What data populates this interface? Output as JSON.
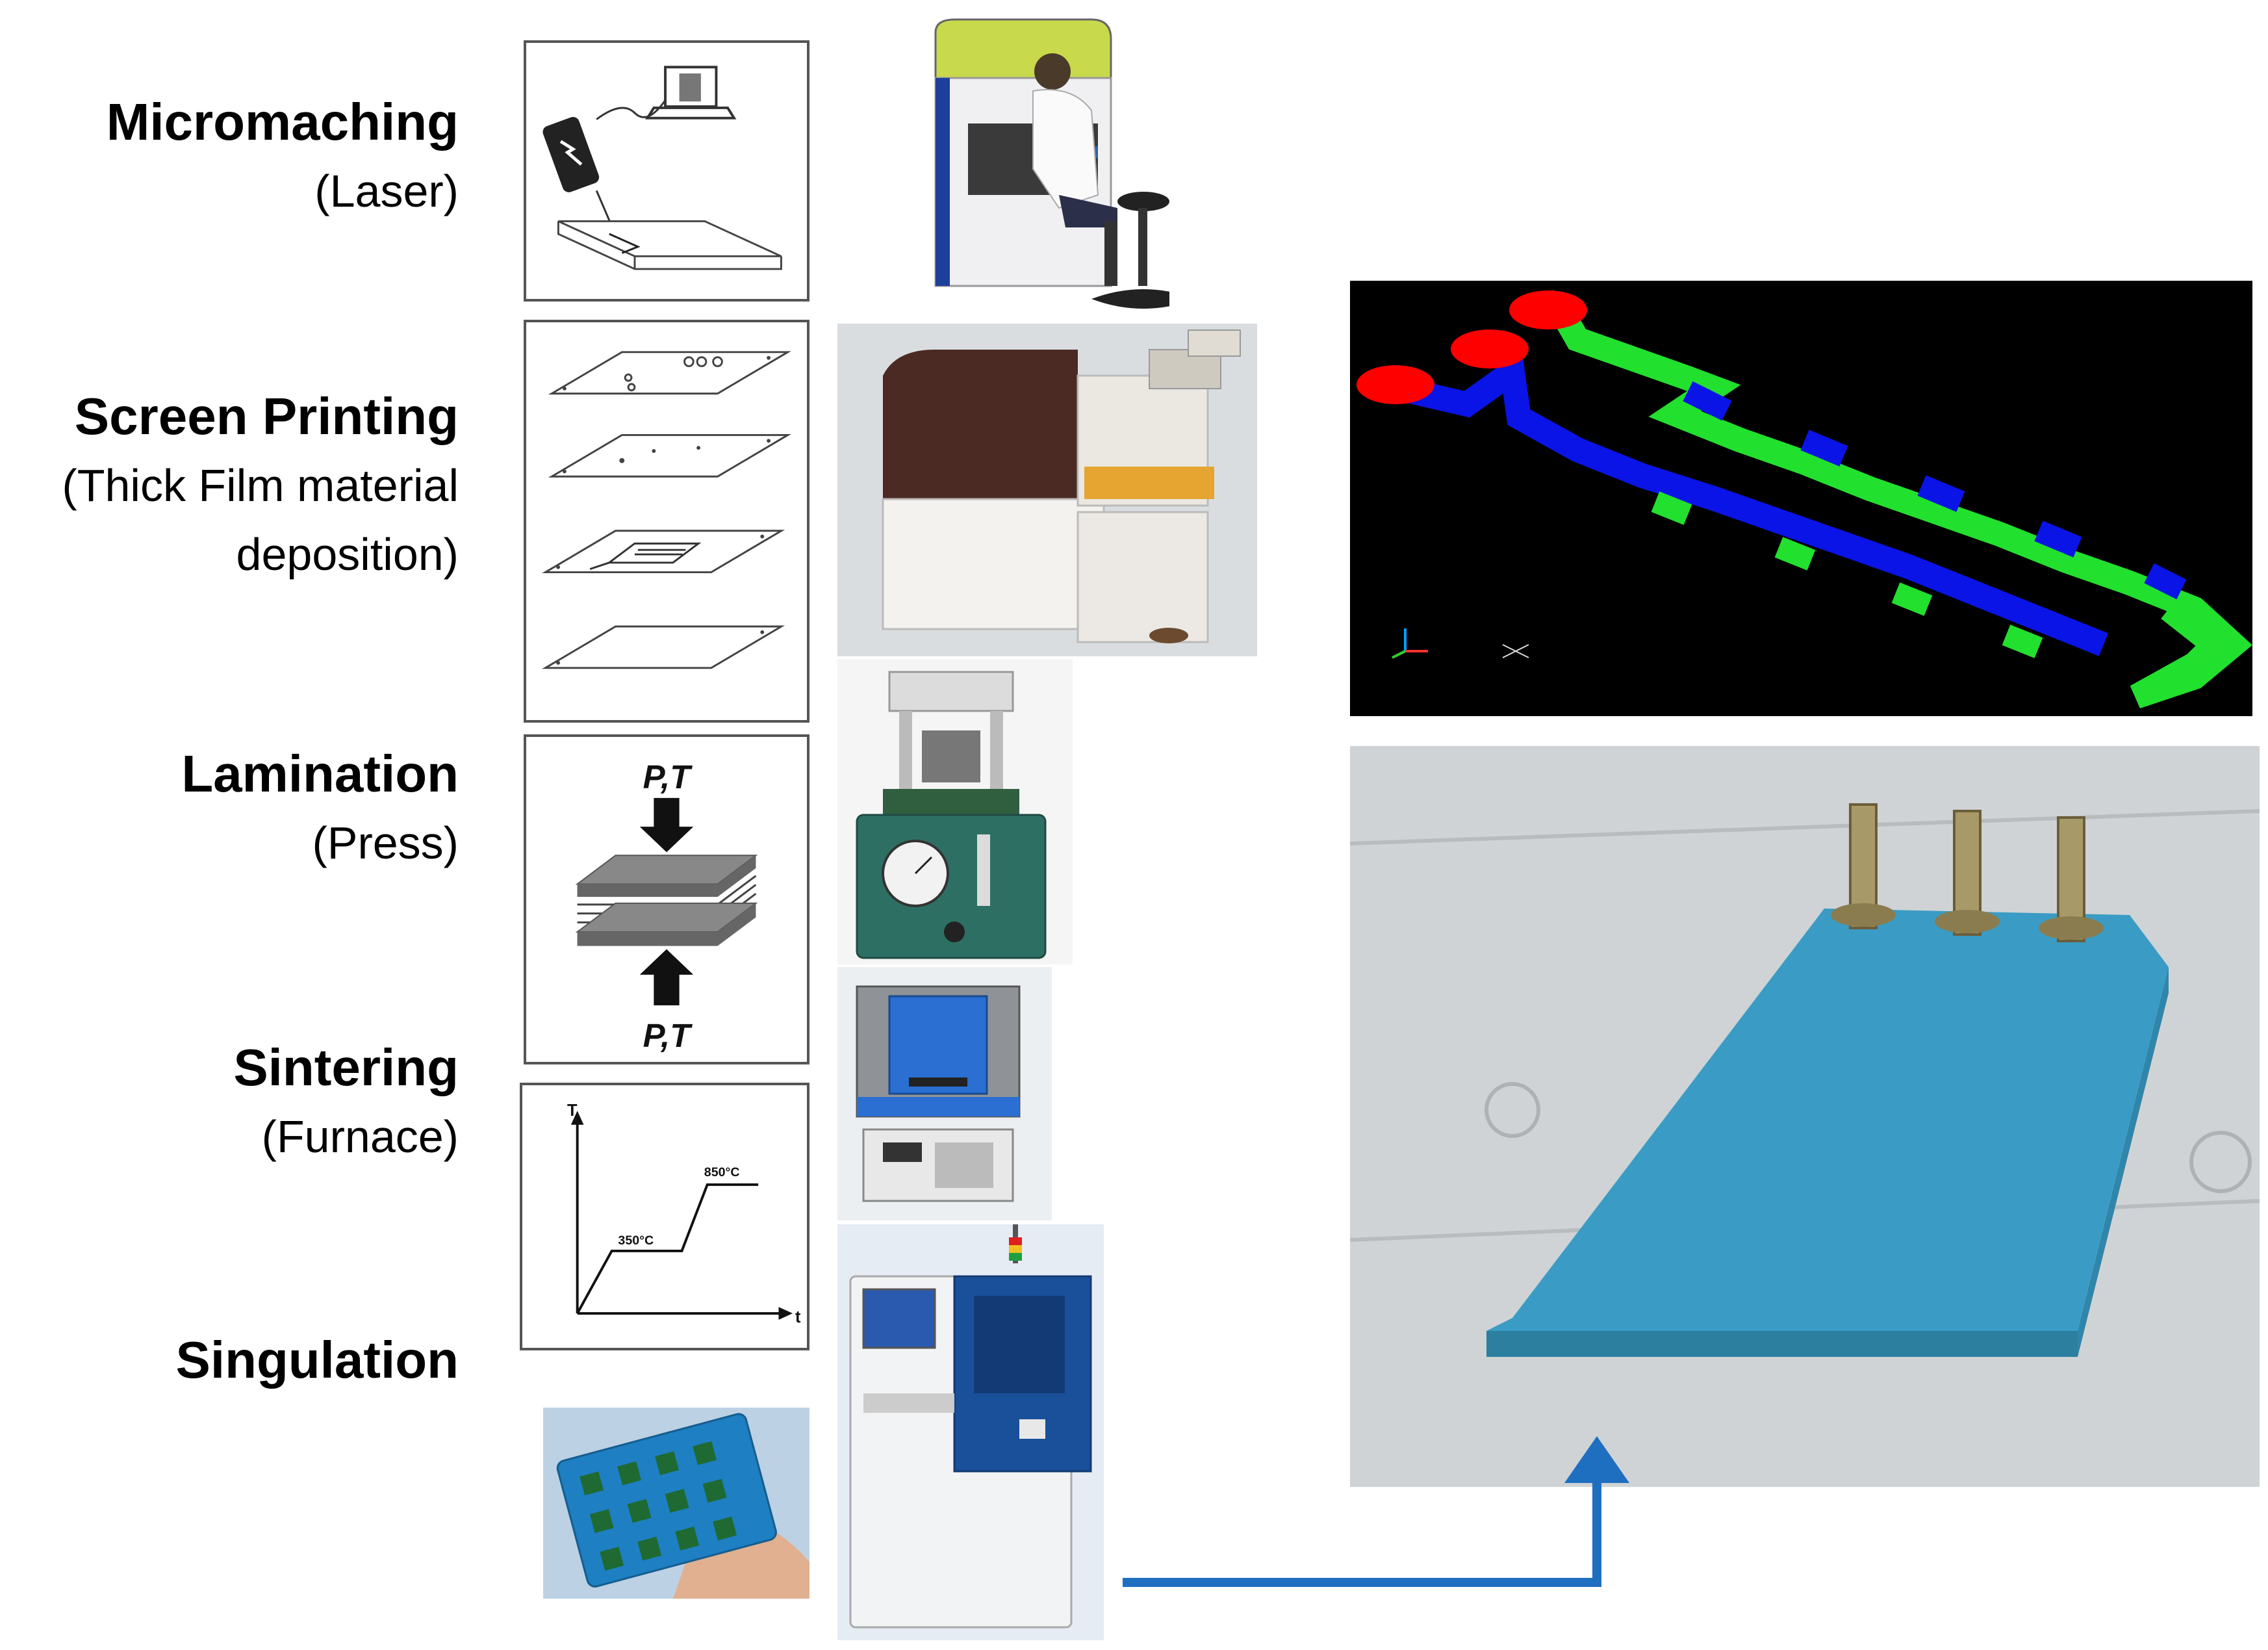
{
  "steps": [
    {
      "title": "Micromaching",
      "subtitle_lines": [
        "(Laser)"
      ]
    },
    {
      "title": "Screen Printing",
      "subtitle_lines": [
        "(Thick Film material",
        "deposition)"
      ]
    },
    {
      "title": "Lamination",
      "subtitle_lines": [
        "(Press)"
      ]
    },
    {
      "title": "Sintering",
      "subtitle_lines": [
        "(Furnace)"
      ]
    },
    {
      "title": "Singulation",
      "subtitle_lines": []
    }
  ],
  "lamination_diagram": {
    "pressure_temp_label": "P,T"
  },
  "sintering_graph": {
    "y_axis": "T",
    "x_axis": "t",
    "first_plateau": "350°C",
    "second_plateau": "850°C"
  },
  "colors": {
    "ceramic_blue": "#3a9cc4",
    "arrow_blue": "#1f6fc1",
    "render_red": "#ff0000",
    "render_green": "#22e02e",
    "render_blue": "#0a14e6"
  }
}
